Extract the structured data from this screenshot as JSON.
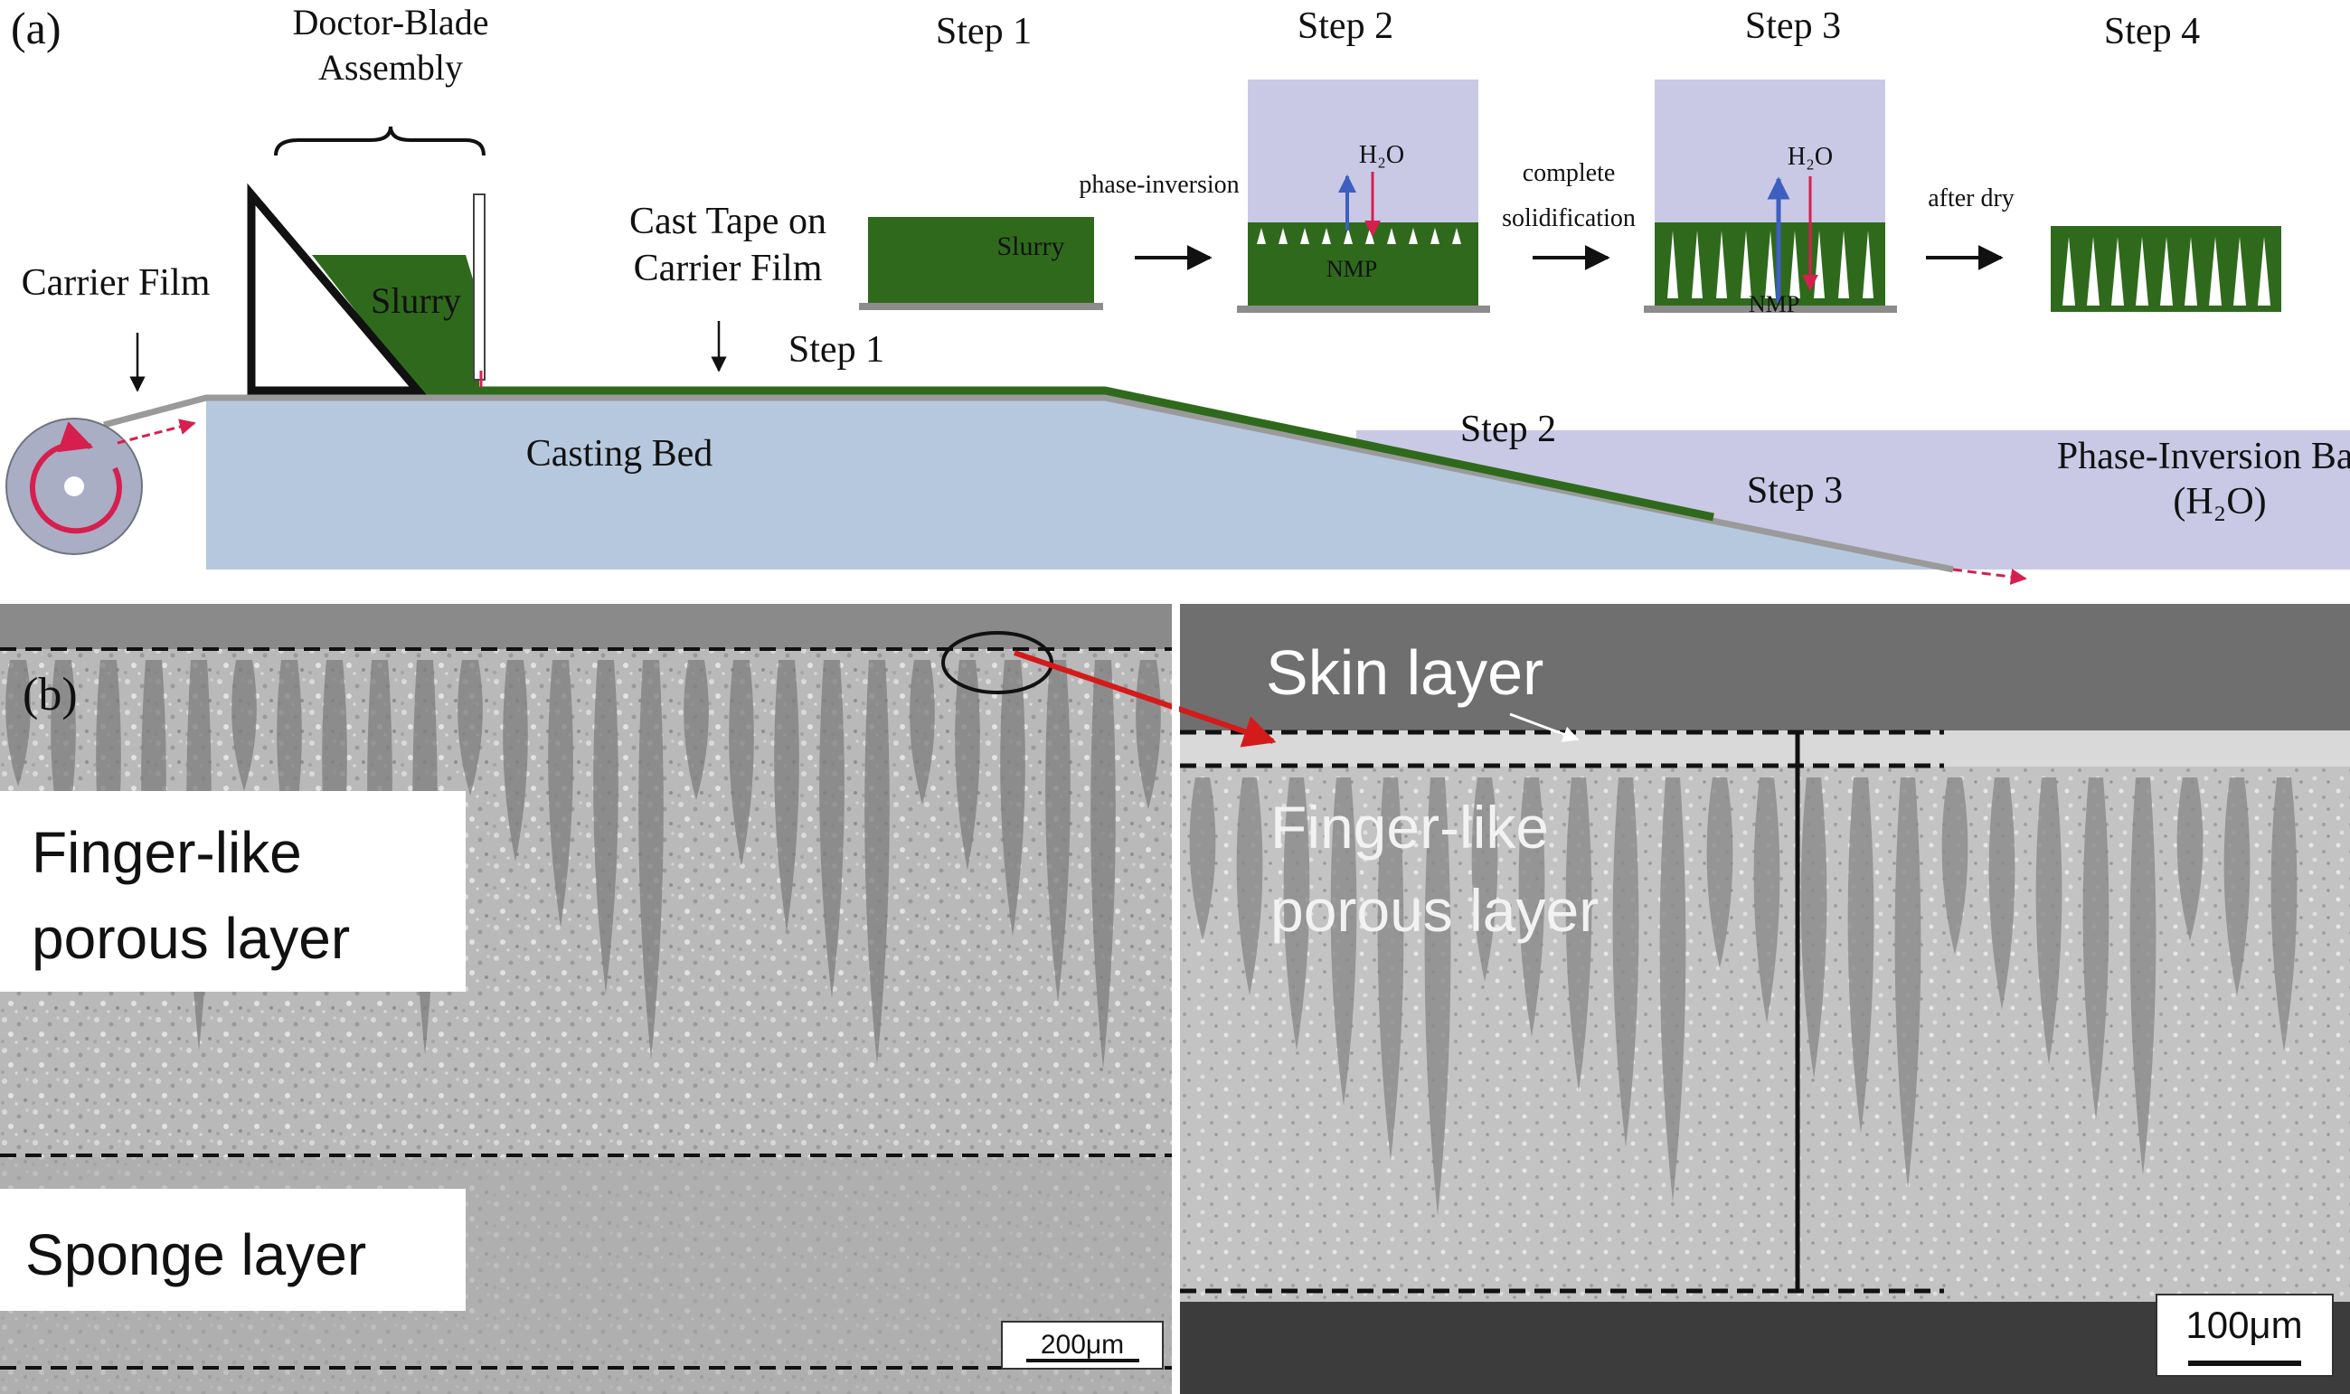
{
  "panel_a": {
    "label": "(a)",
    "doctor_blade": "Doctor-Blade",
    "assembly": "Assembly",
    "slurry": "Slurry",
    "carrier_film": "Carrier Film",
    "cast_tape_line1": "Cast Tape on",
    "cast_tape_line2": "Carrier Film",
    "casting_bed": "Casting Bed",
    "bath_line1": "Phase-Inversion Bath",
    "bath_line2": "(H₂O)",
    "bed_step1": "Step 1",
    "bed_step2": "Step 2",
    "bed_step3": "Step 3",
    "steps": {
      "step1_title": "Step 1",
      "step2_title": "Step 2",
      "step3_title": "Step 3",
      "step4_title": "Step 4",
      "step1_slurry": "Slurry",
      "h2o_a": "H₂O",
      "nmp_a": "NMP",
      "h2o_b": "H₂O",
      "nmp_b": "NMP",
      "arrow1_label": "phase-inversion",
      "arrow2_label_line1": "complete",
      "arrow2_label_line2": "solidification",
      "arrow3_label": "after dry"
    },
    "colors": {
      "slurry_green": "#2f6a1c",
      "bed_blue": "#b6c8dd",
      "bath_lavender": "#c9c9e6",
      "arrow_red": "#d61f4f",
      "roller_gray": "#a9aec4"
    }
  },
  "panel_b": {
    "label": "(b)",
    "left_finger_line1": "Finger-like",
    "left_finger_line2": "porous layer",
    "left_sponge": "Sponge layer",
    "left_scale": "200μm",
    "right_skin": "Skin layer",
    "right_finger_line1": "Finger-like",
    "right_finger_line2": "porous layer",
    "right_scale": "100μm"
  }
}
